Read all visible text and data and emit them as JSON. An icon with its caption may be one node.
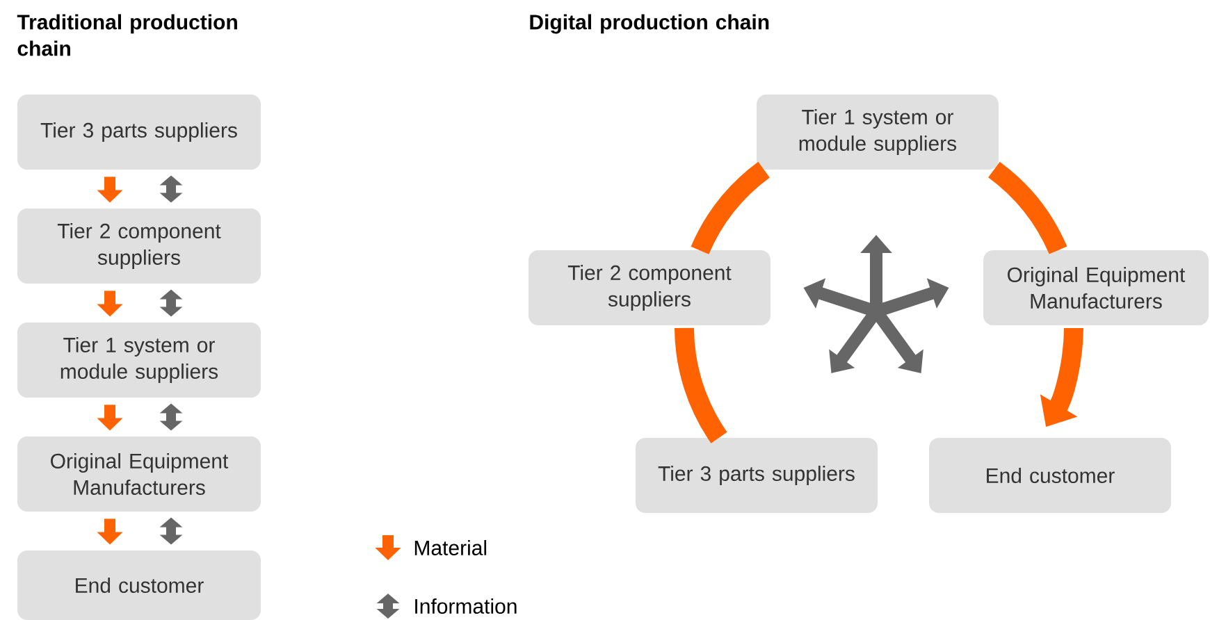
{
  "diagram": {
    "nodes": [
      {
        "text": [
          "Tier 3 parts suppliers"
        ]
      },
      {
        "text": [
          "Tier 2 component suppliers"
        ]
      },
      {
        "text": [
          "Tier 1 system or module suppliers"
        ]
      },
      {
        "text": [
          "Original Equipment Manufacturers"
        ]
      },
      {
        "text": [
          "End customer"
        ]
      },
      {
        "text": [
          "Tier 1 system or module suppliers"
        ]
      },
      {
        "text": [
          "Tier 2 component suppliers"
        ]
      },
      {
        "text": [
          "Original Equipment Manufacturers"
        ]
      },
      {
        "text": [
          "Tier 3 parts suppliers"
        ]
      },
      {
        "text": [
          "End customer"
        ]
      }
    ],
    "edges": [
      {
        "from": 0,
        "to": 1,
        "arrow": "to"
      },
      {
        "from": 0,
        "to": 1,
        "arrow": "both",
        "color": "#666666"
      },
      {
        "from": 1,
        "to": 2,
        "arrow": "to"
      },
      {
        "from": 1,
        "to": 2,
        "arrow": "both",
        "color": "#666666"
      },
      {
        "from": 2,
        "to": 3,
        "arrow": "to"
      },
      {
        "from": 2,
        "to": 3,
        "arrow": "both",
        "color": "#666666"
      },
      {
        "from": 3,
        "to": 4,
        "arrow": "to"
      },
      {
        "from": 3,
        "to": 4,
        "arrow": "both",
        "color": "#666666"
      },
      {
        "from": 8,
        "to": 6,
        "arrow": "none"
      },
      {
        "from": 6,
        "to": 5,
        "arrow": "none"
      },
      {
        "from": 5,
        "to": 7,
        "arrow": "none"
      },
      {
        "from": 7,
        "to": 9,
        "arrow": "to"
      }
    ],
    "labels": [
      "Traditional production chain",
      "Digital production chain"
    ],
    "legend": [
      {
        "text": "Material"
      },
      {
        "text": "Information"
      }
    ]
  }
}
